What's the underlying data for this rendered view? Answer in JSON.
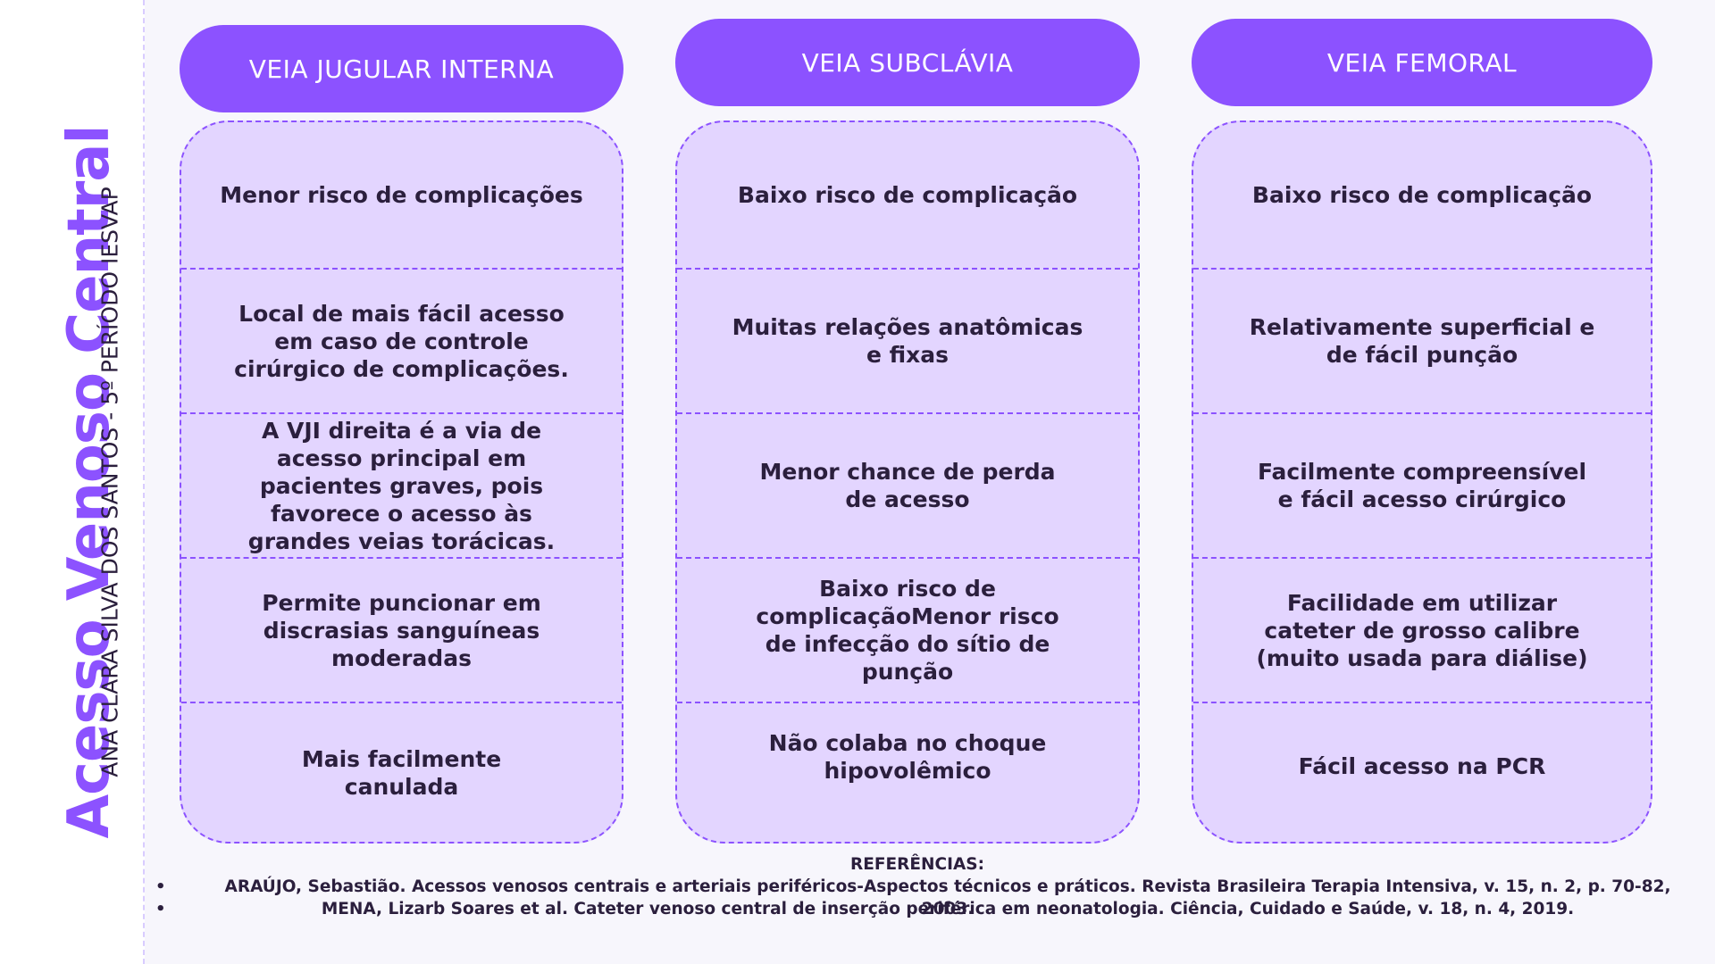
{
  "sidebar": {
    "title": "Acesso Venoso Central",
    "subtitle": "ANA CLARA SILVA DOS SANTOS - 5º PERÍODO IESVAP"
  },
  "colors": {
    "accent": "#8c52ff",
    "panel": "#e3d5ff",
    "text": "#2b1f3d"
  },
  "columns": [
    {
      "header": "VEIA JUGULAR INTERNA",
      "cells": [
        "Menor risco de complicações",
        "Local de mais fácil acesso em caso de controle cirúrgico de complicações.",
        "A VJI direita é a via de acesso principal em pacientes graves, pois favorece o acesso às grandes veias torácicas.",
        "Permite puncionar em discrasias sanguíneas moderadas",
        "Mais facilmente canulada"
      ]
    },
    {
      "header": "VEIA SUBCLÁVIA",
      "cells": [
        "Baixo risco de complicação",
        "Muitas relações anatômicas e fixas",
        "Menor chance de perda de acesso",
        "Baixo risco de complicaçãoMenor risco de infecção do sítio de punção",
        "Não colaba no choque hipovolêmico"
      ]
    },
    {
      "header": "VEIA FEMORAL",
      "cells": [
        "Baixo risco de complicação",
        "Relativamente superficial e de fácil punção",
        "Facilmente compreensível e fácil acesso cirúrgico",
        "Facilidade em utilizar cateter de grosso calibre (muito usada para diálise)",
        "Fácil acesso na PCR"
      ]
    }
  ],
  "references": {
    "title": "REFERÊNCIAS:",
    "items": [
      "ARAÚJO, Sebastião. Acessos venosos centrais e arteriais periféricos-Aspectos técnicos e práticos. Revista Brasileira Terapia Intensiva, v. 15, n. 2, p. 70-82, 2003.",
      "MENA, Lizarb Soares et al. Cateter venoso central de inserção periférica em neonatologia. Ciência, Cuidado e Saúde, v. 18, n. 4, 2019."
    ]
  }
}
